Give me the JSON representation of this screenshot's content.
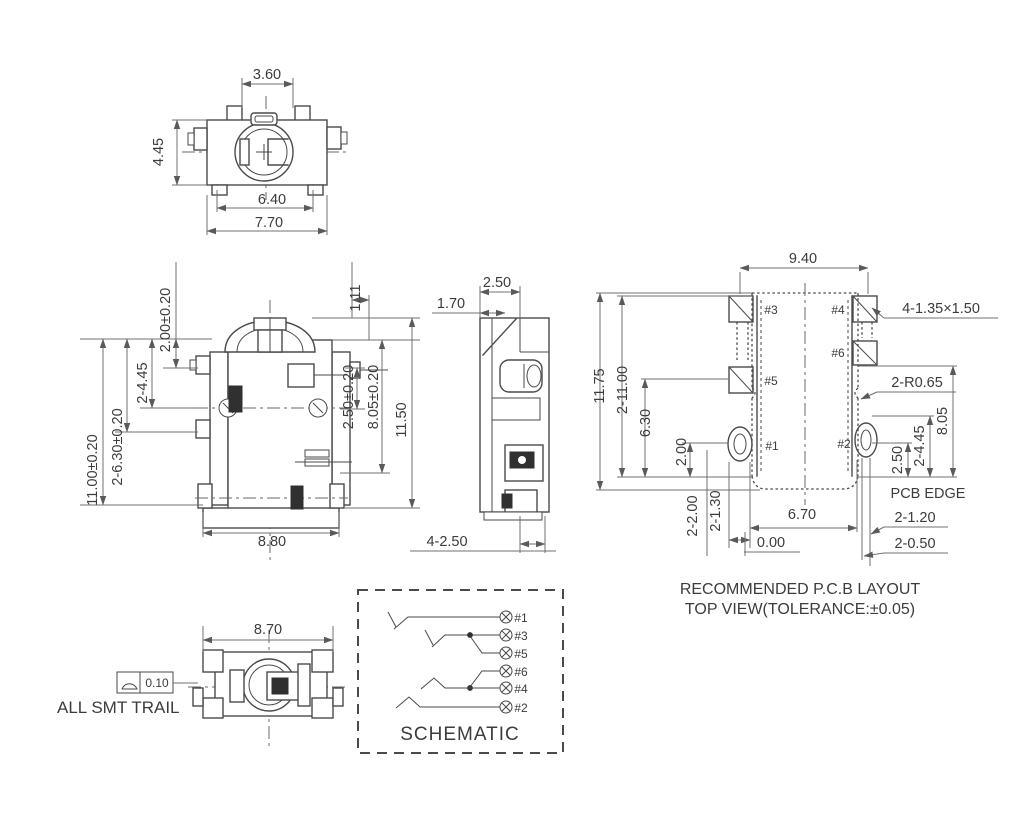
{
  "title": "SMT jack connector engineering drawing",
  "colors": {
    "line": "#4a4a4a",
    "dim": "#707070",
    "text": "#3c3c3c",
    "dark_fill": "#303030",
    "background": "#ffffff"
  },
  "views": {
    "top_view": {
      "d360": "3.60",
      "d445": "4.45",
      "d640": "6.40",
      "d770": "7.70"
    },
    "front_view": {
      "d200": "2.00±0.20",
      "d445": "2-4.45",
      "d630": "2-6.30±0.20",
      "d1100": "11.00±0.20",
      "d111": "1.11",
      "d250": "2.50±0.20",
      "d805": "8.05±0.20",
      "d1150": "11.50",
      "d880": "8.80"
    },
    "side_view": {
      "d250": "2.50",
      "d170": "1.70",
      "dfeet": "4-2.50"
    },
    "pcb_layout": {
      "cap1": "RECOMMENDED P.C.B LAYOUT",
      "cap2": "TOP VIEW(TOLERANCE:±0.05)",
      "edge": "PCB EDGE",
      "d940": "9.40",
      "dpads": "4-1.35×1.50",
      "drad": "2-R0.65",
      "d1175": "11.75",
      "d1100": "2-11.00",
      "d630": "6.30",
      "d200": "2.00",
      "d2200": "2-2.00",
      "d2130": "2-1.30",
      "r250": "2.50",
      "r445": "2-4.45",
      "r805": "8.05",
      "d670": "6.70",
      "d000": "0.00",
      "d120": "2-1.20",
      "d050": "2-0.50",
      "p1": "#1",
      "p2": "#2",
      "p3": "#3",
      "p4": "#4",
      "p5": "#5",
      "p6": "#6"
    },
    "bottom_view": {
      "d870": "8.70",
      "flat": "0.10",
      "label": "ALL SMT TRAIL"
    },
    "schematic": {
      "title": "SCHEMATIC",
      "pins": [
        "#1",
        "#3",
        "#5",
        "#6",
        "#4",
        "#2"
      ]
    }
  }
}
